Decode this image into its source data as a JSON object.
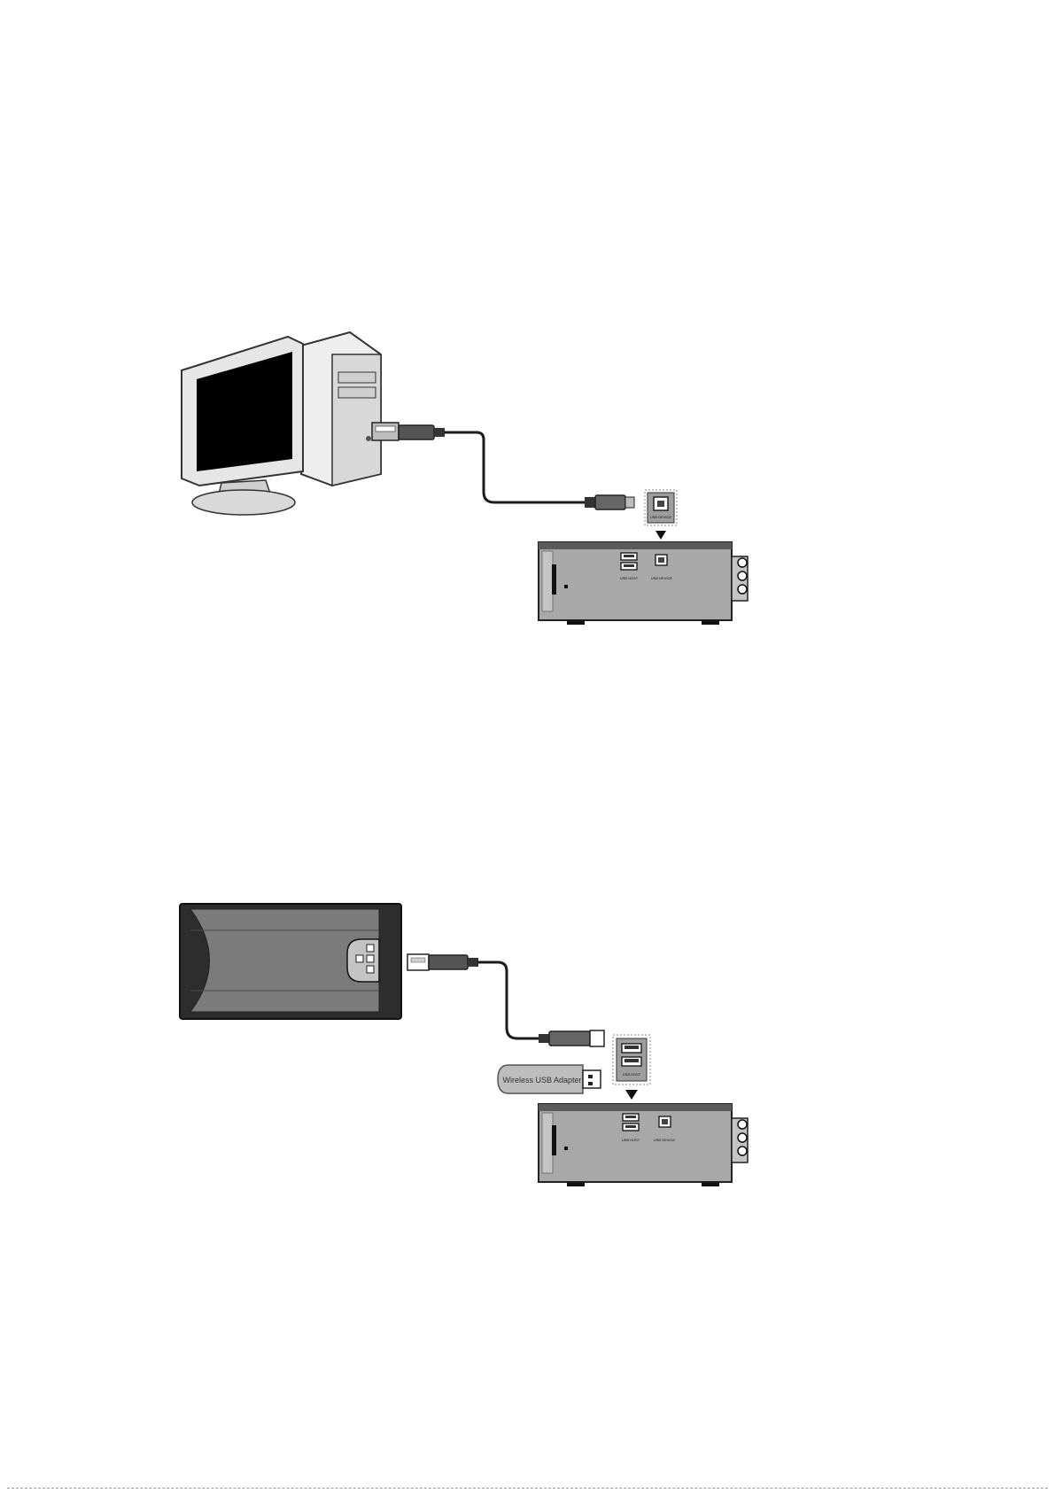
{
  "figures": {
    "computer_connection": {
      "device_ports": {
        "usb_host": "USB HOST",
        "usb_device": "USB DEVICE"
      },
      "callout_port": "USB DEVICE"
    },
    "usb_drive_connection": {
      "device_ports": {
        "usb_host": "USB HOST",
        "usb_device": "USB DEVICE"
      },
      "callout_port": "USB HOST",
      "adapter_label": "Wireless USB Adapter"
    }
  }
}
